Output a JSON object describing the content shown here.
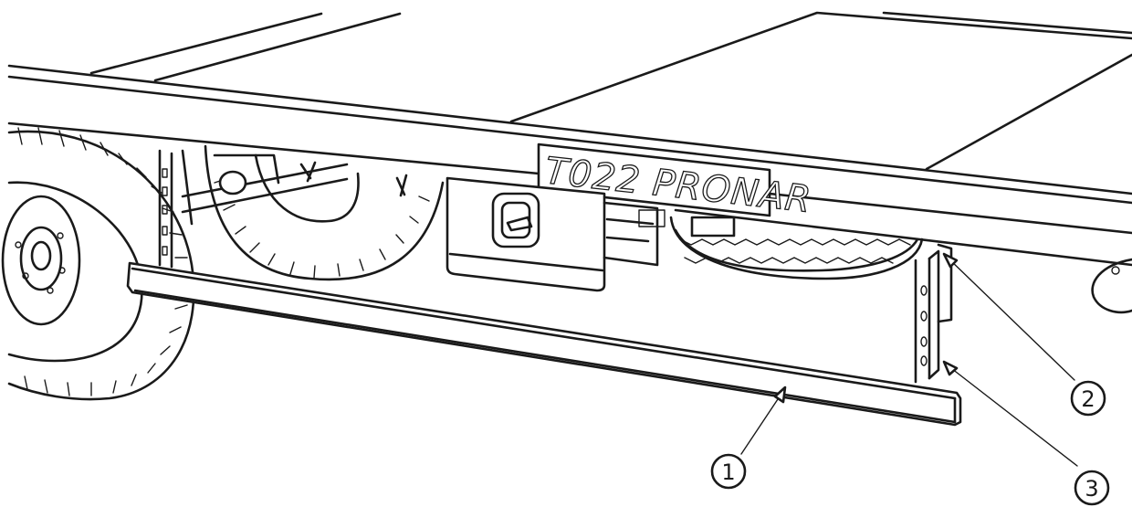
{
  "nameplate": {
    "text": "T022 PRONAR"
  },
  "callouts": [
    {
      "id": "1",
      "label": "1"
    },
    {
      "id": "2",
      "label": "2"
    },
    {
      "id": "3",
      "label": "3"
    }
  ],
  "colors": {
    "line": "#1a1a1a",
    "background": "#ffffff"
  }
}
